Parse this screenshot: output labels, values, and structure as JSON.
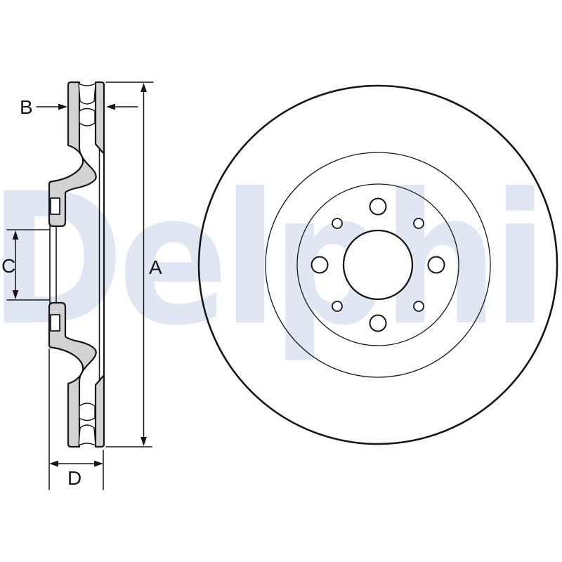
{
  "page": {
    "background": "#ffffff"
  },
  "watermark": {
    "text": "Delphi",
    "color": "#e1e7f2"
  },
  "drawing": {
    "subject": "vented brake disc technical drawing",
    "stroke_color": "#161616",
    "metal_fill": "#d2d2d2",
    "dimension_labels": {
      "outer_diameter": "A",
      "disc_thickness": "B",
      "bore_height": "C",
      "total_height": "D"
    },
    "front_view": {
      "large_bolt_hole_count": 4,
      "small_locating_hole_count": 4
    }
  }
}
